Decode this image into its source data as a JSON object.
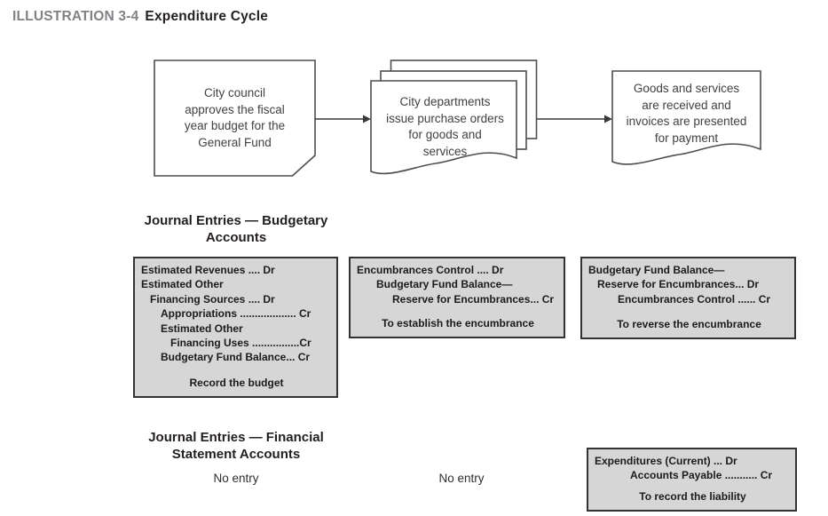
{
  "illustration": {
    "label": "ILLUSTRATION 3-4",
    "title": "Expenditure Cycle"
  },
  "flowchart": {
    "step1": {
      "text": "City council\napproves the fiscal\nyear budget for the\nGeneral Fund"
    },
    "step2": {
      "text": "City departments\nissue purchase orders\nfor goods and\nservices"
    },
    "step3": {
      "text": "Goods and services\nare received and\ninvoices are presented\nfor payment"
    }
  },
  "budgetary": {
    "heading": "Journal Entries — Budgetary\nAccounts",
    "box1": {
      "lines": [
        "Estimated Revenues .... Dr",
        "Estimated Other",
        "Financing Sources .... Dr",
        "Appropriations ................... Cr",
        "Estimated Other",
        "Financing Uses ................Cr",
        "Budgetary Fund Balance... Cr"
      ],
      "footer": "Record the budget"
    },
    "box2": {
      "lines": [
        "Encumbrances Control .... Dr",
        "Budgetary Fund Balance—",
        "Reserve for Encumbrances... Cr"
      ],
      "footer": "To establish the encumbrance"
    },
    "box3": {
      "lines": [
        "Budgetary Fund Balance—",
        "Reserve for Encumbrances... Dr",
        "Encumbrances Control  ...... Cr"
      ],
      "footer": "To reverse the encumbrance"
    }
  },
  "financial": {
    "heading": "Journal Entries — Financial\nStatement Accounts",
    "no_entry_left": "No entry",
    "no_entry_middle": "No entry",
    "box": {
      "lines": [
        "Expenditures (Current) ... Dr",
        "Accounts Payable ........... Cr"
      ],
      "footer": "To record the liability"
    }
  },
  "colors": {
    "journal_box_fill": "#d6d6d6",
    "journal_box_border": "#333333",
    "shape_border": "#4d4d4d",
    "title_label_gray": "#808285",
    "text_dark": "#231f20"
  }
}
